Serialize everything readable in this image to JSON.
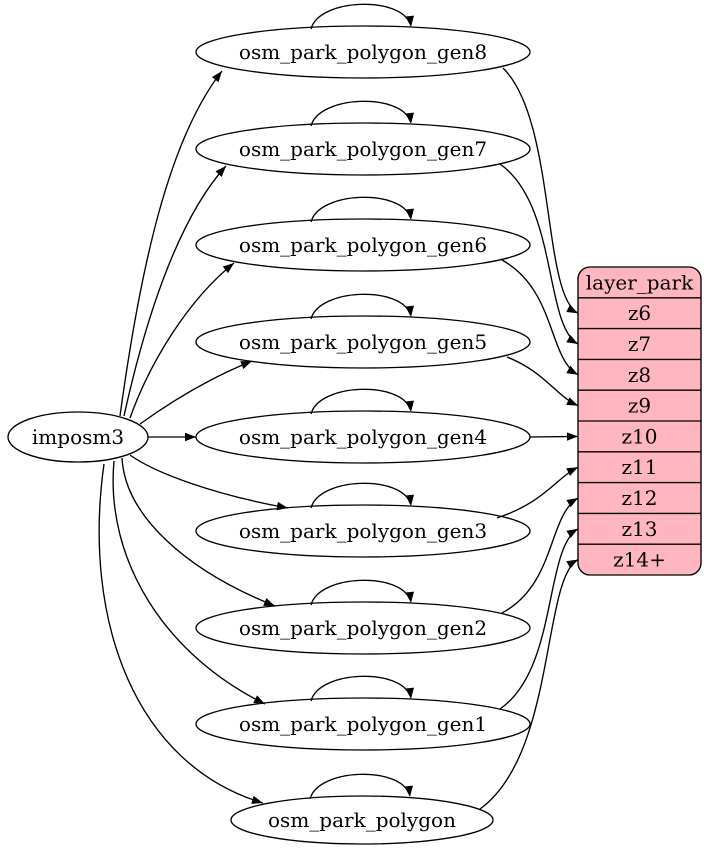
{
  "diagram": {
    "kind": "graphviz-digraph",
    "background": "#ffffff",
    "edge_color": "#000000",
    "node_fill": "#ffffff",
    "node_stroke": "#000000",
    "source": {
      "id": "imposm3",
      "label": "imposm3"
    },
    "tables": [
      {
        "id": "osm_park_polygon_gen8",
        "label": "osm_park_polygon_gen8",
        "layer_row": "z6"
      },
      {
        "id": "osm_park_polygon_gen7",
        "label": "osm_park_polygon_gen7",
        "layer_row": "z7"
      },
      {
        "id": "osm_park_polygon_gen6",
        "label": "osm_park_polygon_gen6",
        "layer_row": "z8"
      },
      {
        "id": "osm_park_polygon_gen5",
        "label": "osm_park_polygon_gen5",
        "layer_row": "z9"
      },
      {
        "id": "osm_park_polygon_gen4",
        "label": "osm_park_polygon_gen4",
        "layer_row": "z10"
      },
      {
        "id": "osm_park_polygon_gen3",
        "label": "osm_park_polygon_gen3",
        "layer_row": "z11"
      },
      {
        "id": "osm_park_polygon_gen2",
        "label": "osm_park_polygon_gen2",
        "layer_row": "z12"
      },
      {
        "id": "osm_park_polygon_gen1",
        "label": "osm_park_polygon_gen1",
        "layer_row": "z13"
      },
      {
        "id": "osm_park_polygon",
        "label": "osm_park_polygon",
        "layer_row": "z14+"
      }
    ],
    "layer": {
      "id": "layer_park",
      "title": "layer_park",
      "fill": "#ffb6c1",
      "stroke": "#000000",
      "rows": [
        "z6",
        "z7",
        "z8",
        "z9",
        "z10",
        "z11",
        "z12",
        "z13",
        "z14+"
      ]
    },
    "edges": [
      {
        "from": "imposm3",
        "to": "osm_park_polygon_gen8"
      },
      {
        "from": "imposm3",
        "to": "osm_park_polygon_gen7"
      },
      {
        "from": "imposm3",
        "to": "osm_park_polygon_gen6"
      },
      {
        "from": "imposm3",
        "to": "osm_park_polygon_gen5"
      },
      {
        "from": "imposm3",
        "to": "osm_park_polygon_gen4"
      },
      {
        "from": "imposm3",
        "to": "osm_park_polygon_gen3"
      },
      {
        "from": "imposm3",
        "to": "osm_park_polygon_gen2"
      },
      {
        "from": "imposm3",
        "to": "osm_park_polygon_gen1"
      },
      {
        "from": "imposm3",
        "to": "osm_park_polygon"
      },
      {
        "from": "osm_park_polygon_gen8",
        "to": "osm_park_polygon_gen8"
      },
      {
        "from": "osm_park_polygon_gen7",
        "to": "osm_park_polygon_gen7"
      },
      {
        "from": "osm_park_polygon_gen6",
        "to": "osm_park_polygon_gen6"
      },
      {
        "from": "osm_park_polygon_gen5",
        "to": "osm_park_polygon_gen5"
      },
      {
        "from": "osm_park_polygon_gen4",
        "to": "osm_park_polygon_gen4"
      },
      {
        "from": "osm_park_polygon_gen3",
        "to": "osm_park_polygon_gen3"
      },
      {
        "from": "osm_park_polygon_gen2",
        "to": "osm_park_polygon_gen2"
      },
      {
        "from": "osm_park_polygon_gen1",
        "to": "osm_park_polygon_gen1"
      },
      {
        "from": "osm_park_polygon",
        "to": "osm_park_polygon"
      },
      {
        "from": "osm_park_polygon_gen8",
        "to": "layer_park:z6"
      },
      {
        "from": "osm_park_polygon_gen7",
        "to": "layer_park:z7"
      },
      {
        "from": "osm_park_polygon_gen6",
        "to": "layer_park:z8"
      },
      {
        "from": "osm_park_polygon_gen5",
        "to": "layer_park:z9"
      },
      {
        "from": "osm_park_polygon_gen4",
        "to": "layer_park:z10"
      },
      {
        "from": "osm_park_polygon_gen3",
        "to": "layer_park:z11"
      },
      {
        "from": "osm_park_polygon_gen2",
        "to": "layer_park:z12"
      },
      {
        "from": "osm_park_polygon_gen1",
        "to": "layer_park:z13"
      },
      {
        "from": "osm_park_polygon",
        "to": "layer_park:z14+"
      }
    ]
  }
}
